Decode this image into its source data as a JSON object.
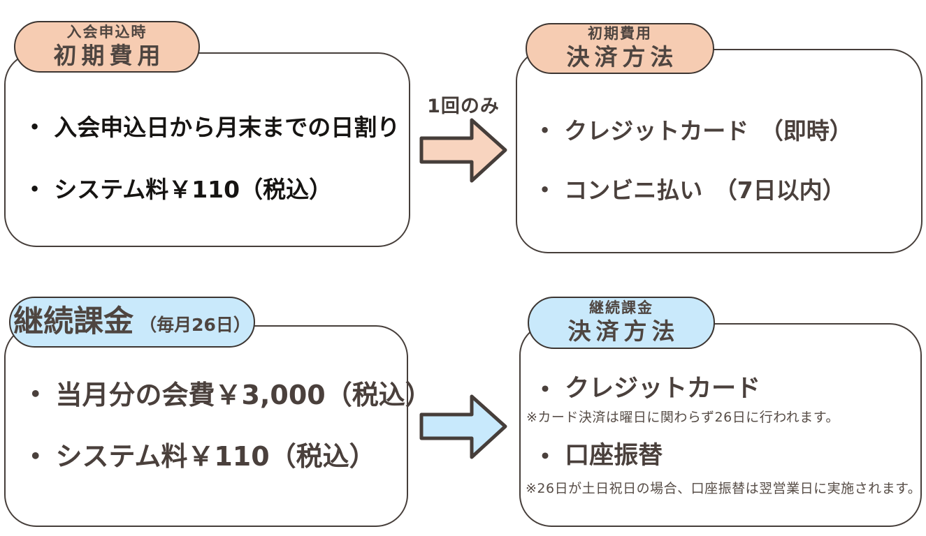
{
  "colors": {
    "peach_fill": "#F6CCB2",
    "peach_arrow_fill": "#F8D4BF",
    "blue_fill": "#C9E9FB",
    "blue_arrow_fill": "#C8E9FC",
    "outline": "#463E3A",
    "heading_text": "#4E4540",
    "body_text": "#4A403C",
    "black_text": "#161412"
  },
  "initial_fee": {
    "tag_context": "入会申込時",
    "tag_title": "初期費用",
    "items": [
      "入会申込日から月末までの日割り",
      "システム料￥110（税込）"
    ]
  },
  "initial_arrow": {
    "label": "1回のみ"
  },
  "initial_payment": {
    "tag_context": "初期費用",
    "tag_title": "決済方法",
    "items": [
      "クレジットカード　（即時）",
      "コンビニ払い　（7日以内）"
    ]
  },
  "recurring_fee": {
    "tag_title": "継続課金",
    "tag_suffix": "（毎月26日）",
    "items": [
      "当月分の会費￥3,000（税込）",
      "システム料￥110（税込）"
    ]
  },
  "recurring_payment": {
    "tag_context": "継続課金",
    "tag_title": "決済方法",
    "methods": [
      {
        "title": "クレジットカード",
        "note": "※カード決済は曜日に関わらず26日に行われます。"
      },
      {
        "title": "口座振替",
        "note": "※26日が土日祝日の場合、口座振替は翌営業日に実施されます。"
      }
    ]
  }
}
